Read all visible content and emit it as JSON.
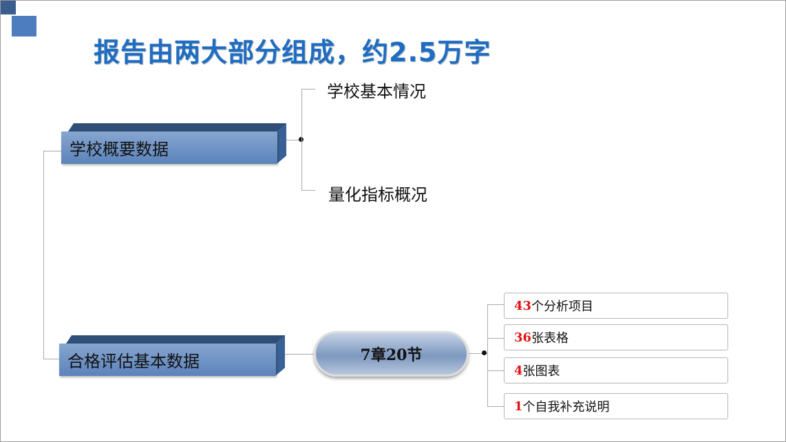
{
  "title": "报告由两大部分组成，约2.5万字",
  "part1": {
    "label": "学校概要数据",
    "branches": [
      "学校基本情况",
      "量化指标概况"
    ]
  },
  "part2": {
    "label": "合格评估基本数据",
    "summary": "7章20节",
    "items": [
      {
        "num": "43",
        "text": "个分析项目"
      },
      {
        "num": "36",
        "text": "张表格"
      },
      {
        "num": "4",
        "text": "张图表"
      },
      {
        "num": "1",
        "text": "个自我补充说明"
      }
    ]
  },
  "colors": {
    "title": "#1f6cc0",
    "number": "#e01010",
    "bar": "#5b83bb"
  }
}
